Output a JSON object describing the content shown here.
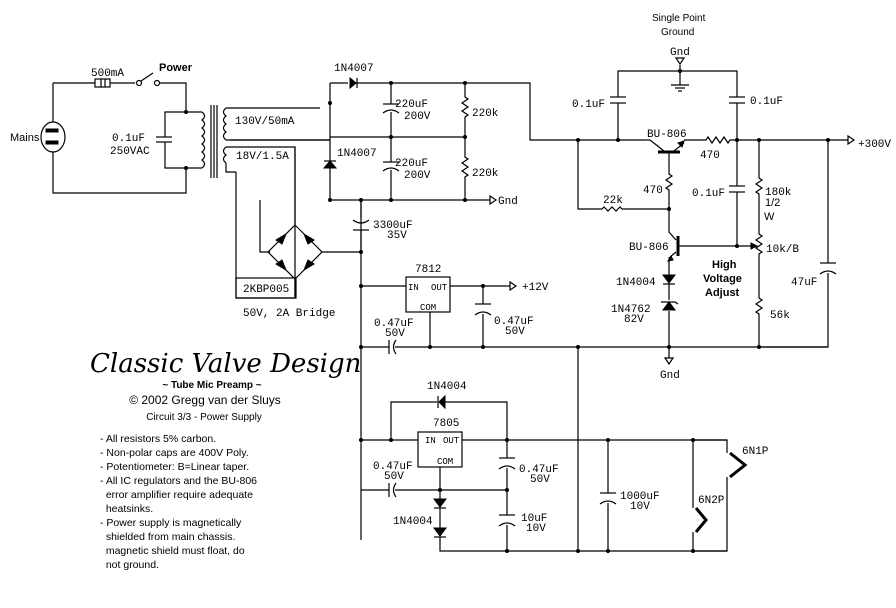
{
  "title": {
    "brand": "Classic Valve Design",
    "subtitle": "~ Tube Mic Preamp ~",
    "copyright": "© 2002 Gregg van der Sluys",
    "circuit": "Circuit 3/3 - Power Supply"
  },
  "notes": [
    "- All resistors 5% carbon.",
    "- Non-polar caps are 400V Poly.",
    "- Potentiometer: B=Linear taper.",
    "- All IC regulators and the BU-806",
    "  error amplifier require adequate",
    "  heatsinks.",
    "- Power supply is magnetically",
    "  shielded from main chassis.",
    "  magnetic shield must float, do",
    "  not ground."
  ],
  "labels": {
    "mains": "Mains",
    "fuse": "500mA",
    "power": "Power",
    "cap_primary_1": "0.1uF",
    "cap_primary_2": "250VAC",
    "sec_hv": "130V/50mA",
    "sec_lv": "18V/1.5A",
    "d_top": "1N4007",
    "d_mid": "1N4007",
    "c1a": "220uF",
    "c1b": "200V",
    "c2a": "220uF",
    "c2b": "200V",
    "r_top": "220k",
    "r_bot": "220k",
    "gnd_out": "Gnd",
    "bridge": "2KBP005",
    "bridge_desc": "50V, 2A Bridge",
    "c3300a": "3300uF",
    "c3300b": "35V",
    "reg12": "7812",
    "reg12_in": "IN",
    "reg12_out": "OUT",
    "reg12_com": "COM",
    "out12": "+12V",
    "c12in_a": "0.47uF",
    "c12in_b": "50V",
    "c12out_a": "0.47uF",
    "c12out_b": "50V",
    "spg1": "Single Point",
    "spg2": "Ground",
    "gnd_top": "Gnd",
    "c_gl": "0.1uF",
    "c_gr": "0.1uF",
    "q1": "BU-806",
    "r470h": "470",
    "r470v": "470",
    "c_mid": "0.1uF",
    "r22k": "22k",
    "q2": "BU-806",
    "d1n4004": "1N4004",
    "z1": "1N4762",
    "z2": "82V",
    "gnd_bot": "Gnd",
    "hva1": "High",
    "hva2": "Voltage",
    "hva3": "Adjust",
    "r180": "180k",
    "r180w1": "1/2",
    "r180w2": "W",
    "pot": "10k/B",
    "r56": "56k",
    "c47": "47uF",
    "out300": "+300V",
    "d_rev": "1N4004",
    "reg5": "7805",
    "reg5_in": "IN",
    "reg5_out": "OUT",
    "reg5_com": "COM",
    "c5in_a": "0.47uF",
    "c5in_b": "50V",
    "c5out_a": "0.47uF",
    "c5out_b": "50V",
    "d_stack": "1N4004",
    "c10a": "10uF",
    "c10b": "10V",
    "c1000a": "1000uF",
    "c1000b": "10V",
    "h1": "6N1P",
    "h2": "6N2P"
  }
}
